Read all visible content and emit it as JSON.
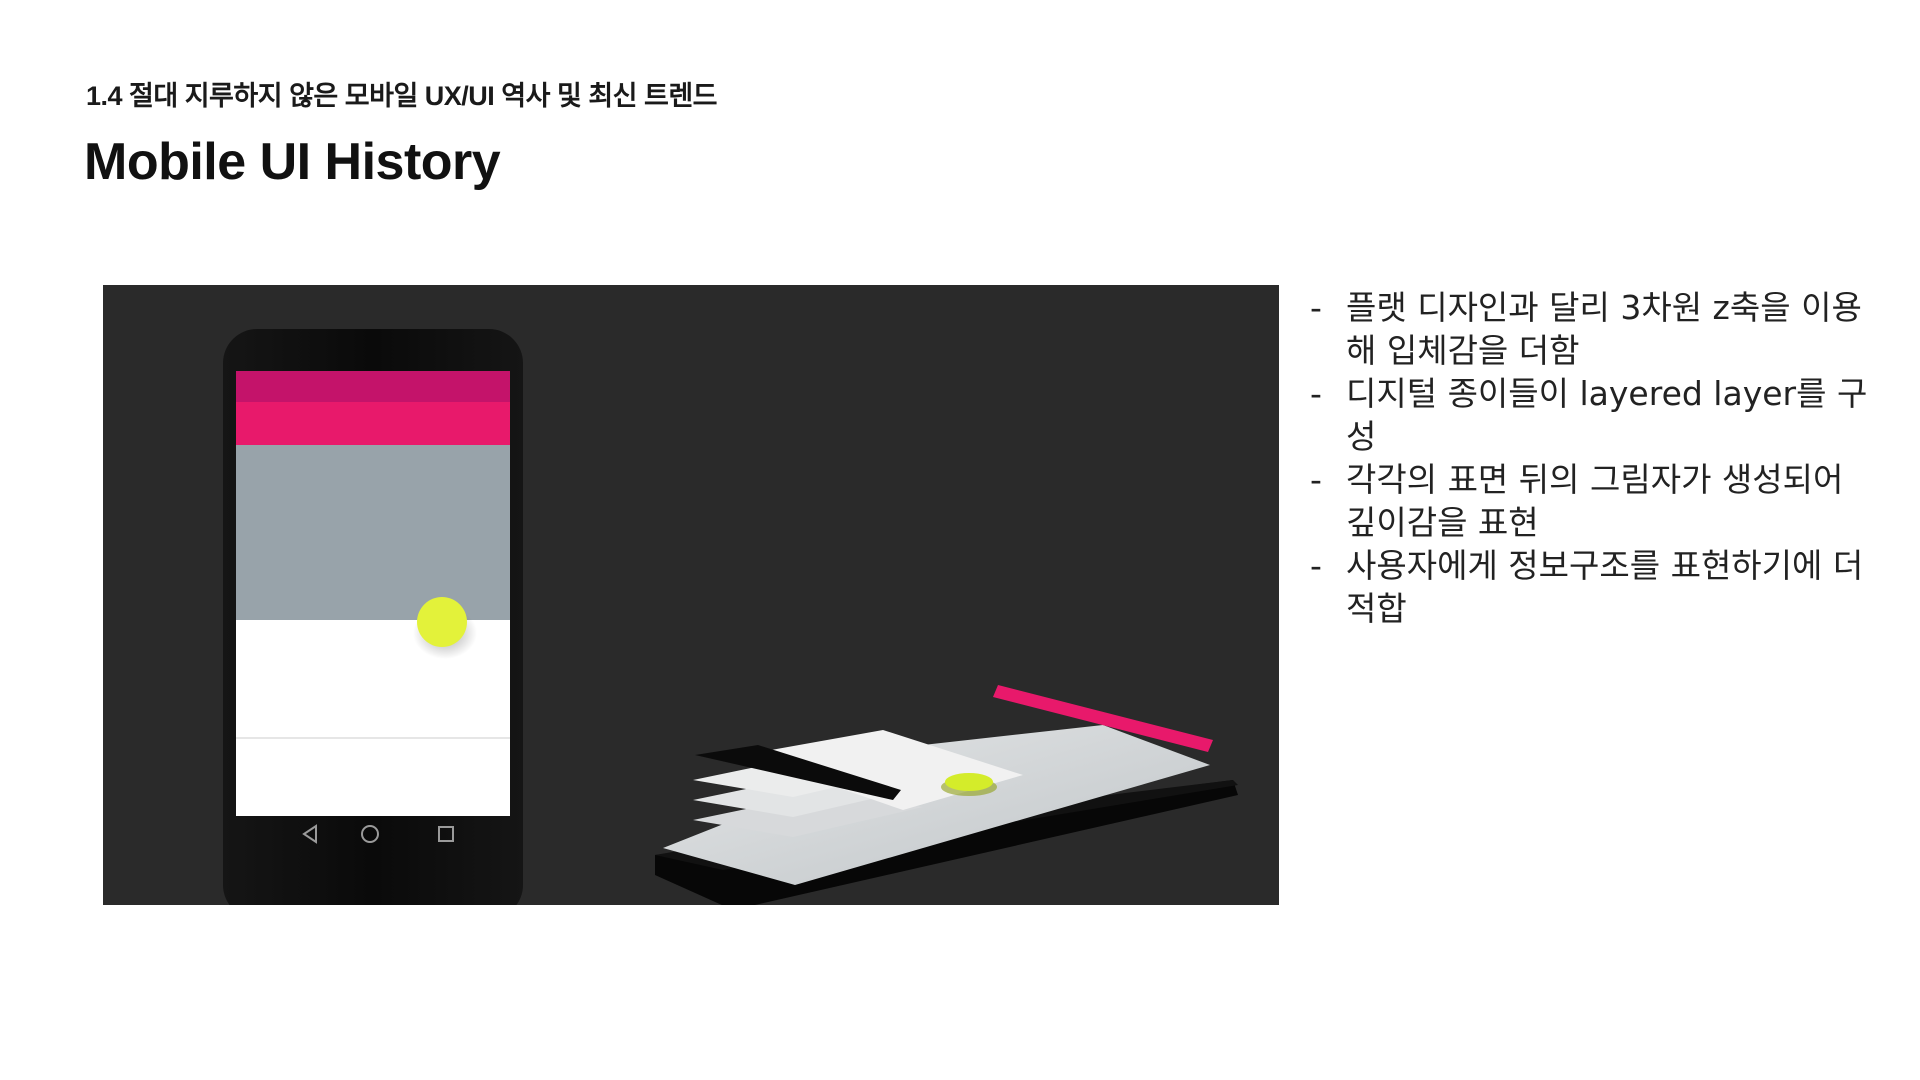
{
  "header": {
    "subtitle": "1.4 절대 지루하지 않은 모바일 UX/UI 역사 및 최신 트렌드",
    "title": "Mobile UI History"
  },
  "figure": {
    "colors": {
      "background": "#2a2a2a",
      "accent_pink": "#e8196b",
      "accent_lime": "#d4ec2a",
      "surface_gray": "#98a3aa",
      "phone_body": "#0d0d0d"
    },
    "nav_icons": [
      "back-triangle-icon",
      "home-circle-icon",
      "recents-square-icon"
    ]
  },
  "bullets": {
    "marker": "-",
    "items": [
      "플랫 디자인과 달리 3차원 z축을 이용해 입체감을 더함",
      "디지털 종이들이 layered layer를 구성",
      "각각의 표면 뒤의 그림자가 생성되어 깊이감을 표현",
      "사용자에게 정보구조를 표현하기에 더 적합"
    ]
  }
}
